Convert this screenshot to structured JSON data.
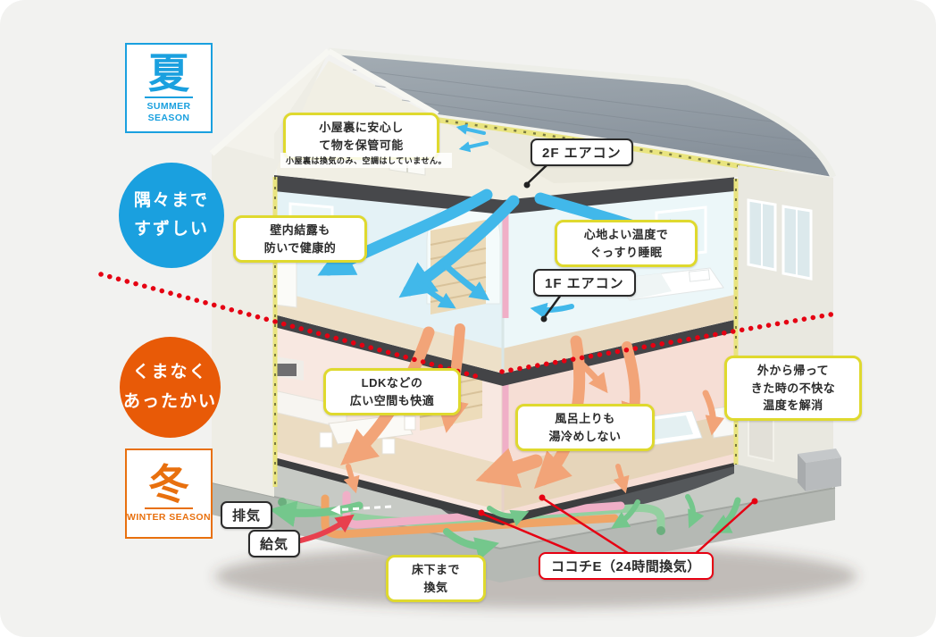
{
  "colors": {
    "summer": "#1AA0DF",
    "winter": "#E8700E",
    "winter-circle": "#E85A07",
    "line-red": "#E50012",
    "callout-yellow": "#DFD92E",
    "callout-red": "#E60012",
    "arrow-blue": "#41B8EA",
    "arrow-orange": "#F2A478",
    "arrow-green": "#74C78C",
    "arrow-supply-red": "#E8404E",
    "duct-pink": "#F0AFC7",
    "duct-green": "#93D0A0",
    "duct-orange": "#EFA466"
  },
  "summer_badge": {
    "kanji": "夏",
    "eng_line1": "SUMMER",
    "eng_line2": "SEASON"
  },
  "winter_badge": {
    "kanji": "冬",
    "eng_line1": "WINTER",
    "eng_line2": "SEASON"
  },
  "summer_circle": {
    "line1": "隅々まで",
    "line2": "すずしい"
  },
  "winter_circle": {
    "line1": "くまなく",
    "line2": "あったかい"
  },
  "callouts": {
    "attic_storage": {
      "line1": "小屋裏に安心し",
      "line2": "て物を保管可能"
    },
    "attic_note": "小屋裏は換気のみ、空調はしていません。",
    "ac_2f": "2F エアコン",
    "wall_condensation": {
      "line1": "壁内結露も",
      "line2": "防いで健康的"
    },
    "sleep": {
      "line1": "心地よい温度で",
      "line2": "ぐっすり睡眠"
    },
    "ac_1f": "1F エアコン",
    "ldk": {
      "line1": "LDKなどの",
      "line2": "広い空間も快適"
    },
    "bath": {
      "line1": "風呂上りも",
      "line2": "湯冷めしない"
    },
    "outside_return": {
      "line1": "外から帰って",
      "line2": "きた時の不快な",
      "line3": "温度を解消"
    },
    "exhaust": "排気",
    "supply": "給気",
    "underfloor": {
      "line1": "床下まで",
      "line2": "換気"
    },
    "cocochi": "ココチE（24時間換気）"
  }
}
